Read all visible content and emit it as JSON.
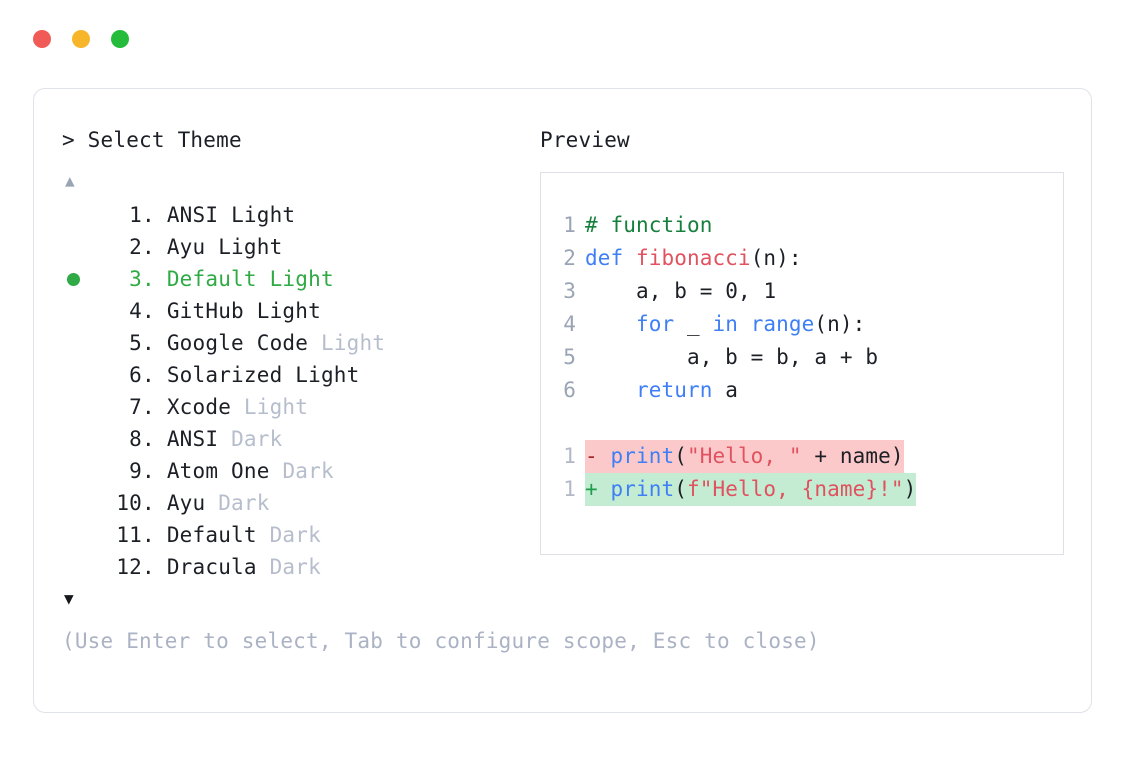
{
  "window": {
    "traffic_lights": [
      {
        "name": "close-button",
        "color": "#f05b57"
      },
      {
        "name": "minimize-button",
        "color": "#f7b62a"
      },
      {
        "name": "maximize-button",
        "color": "#25bc3b"
      }
    ]
  },
  "selector": {
    "prompt": "> Select Theme",
    "scroll_up": "▲",
    "scroll_down": "▼",
    "selected_index": 3,
    "items": [
      {
        "num": "1.",
        "name": "ANSI",
        "variant": "Light",
        "variant_muted": false,
        "selected": false
      },
      {
        "num": "2.",
        "name": "Ayu",
        "variant": "Light",
        "variant_muted": false,
        "selected": false
      },
      {
        "num": "3.",
        "name": "Default",
        "variant": "Light",
        "variant_muted": false,
        "selected": true
      },
      {
        "num": "4.",
        "name": "GitHub",
        "variant": "Light",
        "variant_muted": false,
        "selected": false
      },
      {
        "num": "5.",
        "name": "Google Code",
        "variant": "Light",
        "variant_muted": true,
        "selected": false
      },
      {
        "num": "6.",
        "name": "Solarized",
        "variant": "Light",
        "variant_muted": false,
        "selected": false
      },
      {
        "num": "7.",
        "name": "Xcode",
        "variant": "Light",
        "variant_muted": true,
        "selected": false
      },
      {
        "num": "8.",
        "name": "ANSI",
        "variant": "Dark",
        "variant_muted": true,
        "selected": false
      },
      {
        "num": "9.",
        "name": "Atom One",
        "variant": "Dark",
        "variant_muted": true,
        "selected": false
      },
      {
        "num": "10.",
        "name": "Ayu",
        "variant": "Dark",
        "variant_muted": true,
        "selected": false
      },
      {
        "num": "11.",
        "name": "Default",
        "variant": "Dark",
        "variant_muted": true,
        "selected": false
      },
      {
        "num": "12.",
        "name": "Dracula",
        "variant": "Dark",
        "variant_muted": true,
        "selected": false
      }
    ]
  },
  "preview": {
    "title": "Preview",
    "code_lines": [
      {
        "ln": "1",
        "tokens": [
          {
            "t": "# function",
            "c": "comment"
          }
        ]
      },
      {
        "ln": "2",
        "tokens": [
          {
            "t": "def ",
            "c": "kw"
          },
          {
            "t": "fibonacci",
            "c": "fn"
          },
          {
            "t": "(n):",
            "c": "plain"
          }
        ]
      },
      {
        "ln": "3",
        "tokens": [
          {
            "t": "    a, b = ",
            "c": "plain"
          },
          {
            "t": "0",
            "c": "num"
          },
          {
            "t": ", ",
            "c": "plain"
          },
          {
            "t": "1",
            "c": "num"
          }
        ]
      },
      {
        "ln": "4",
        "tokens": [
          {
            "t": "    ",
            "c": "plain"
          },
          {
            "t": "for",
            "c": "kw"
          },
          {
            "t": " _ ",
            "c": "plain"
          },
          {
            "t": "in ",
            "c": "kw"
          },
          {
            "t": "range",
            "c": "builtin"
          },
          {
            "t": "(n):",
            "c": "plain"
          }
        ]
      },
      {
        "ln": "5",
        "tokens": [
          {
            "t": "        a, b = b, a + b",
            "c": "plain"
          }
        ]
      },
      {
        "ln": "6",
        "tokens": [
          {
            "t": "    ",
            "c": "plain"
          },
          {
            "t": "return",
            "c": "kw"
          },
          {
            "t": " a",
            "c": "plain"
          }
        ]
      }
    ],
    "diff_lines": [
      {
        "ln": "1",
        "kind": "del",
        "marker": "-",
        "tokens": [
          {
            "t": "print",
            "c": "builtin"
          },
          {
            "t": "(",
            "c": "plain"
          },
          {
            "t": "\"Hello, \"",
            "c": "str"
          },
          {
            "t": " + name)",
            "c": "plain"
          }
        ]
      },
      {
        "ln": "1",
        "kind": "add",
        "marker": "+",
        "tokens": [
          {
            "t": "print",
            "c": "builtin"
          },
          {
            "t": "(",
            "c": "plain"
          },
          {
            "t": "f\"Hello, {name}!\"",
            "c": "str"
          },
          {
            "t": ")",
            "c": "plain"
          }
        ]
      }
    ]
  },
  "hint": "(Use Enter to select, Tab to configure scope, Esc to close)",
  "colors": {
    "accent_green": "#2faa45",
    "muted": "#b6bdcc",
    "hint": "#aab2c4",
    "comment": "#17803d",
    "keyword": "#3f7ff5",
    "function": "#e0525f",
    "string": "#e0525f",
    "diff_del_bg": "#fbc9c9",
    "diff_add_bg": "#c3ecd2",
    "border": "#dfe2e8"
  }
}
